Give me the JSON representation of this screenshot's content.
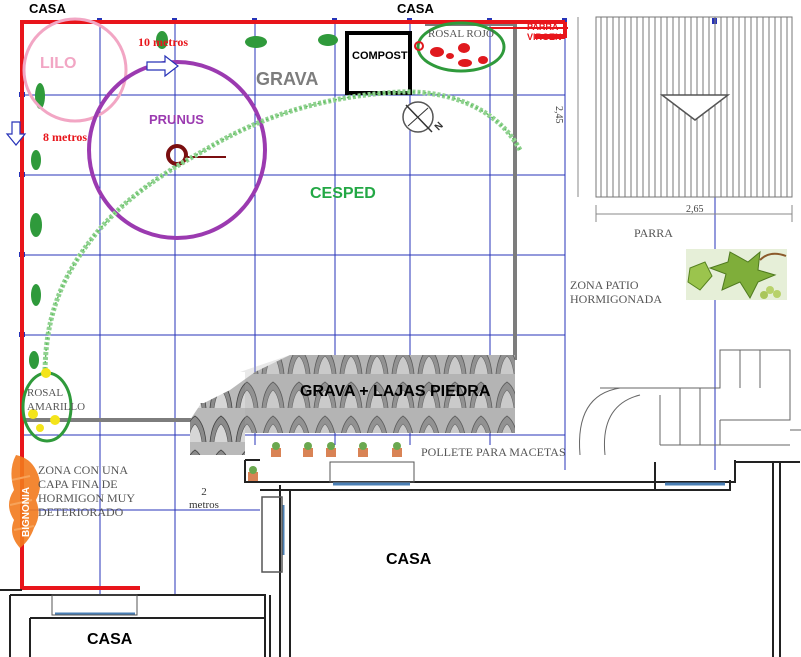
{
  "labels": {
    "casa_top_left": "CASA",
    "casa_top_mid": "CASA",
    "dim_10m": "10 metros",
    "dim_8m": "8 metros",
    "dim_2m": "2\nmetros",
    "lilo": "LILO",
    "prunus": "PRUNUS",
    "grava": "GRAVA",
    "compost": "COMPOST",
    "rosal_rojo": "ROSAL ROJO",
    "parra_virgen": "PARRA\nVIRGEN",
    "cesped": "CESPED",
    "dim_245": "2,45",
    "dim_265": "2,65",
    "parra": "PARRA",
    "zona_patio": "ZONA PATIO\nHORMIGONADA",
    "grava_lajas": "GRAVA + LAJAS PIEDRA",
    "rosal_amarillo": "ROSAL\nAMARILLO",
    "pollete": "POLLETE PARA MACETAS",
    "zona_capa": "ZONA CON UNA\nCAPA FINA DE\nHORMIGON MUY\nDETERIORADO",
    "bignonia": "BIGNONIA",
    "casa_center": "CASA",
    "casa_bottom_left": "CASA",
    "north": "N"
  },
  "colors": {
    "boundary_red": "#e8151b",
    "grid_blue": "#2733b8",
    "wall_gray": "#7d7d7d",
    "purple": "#9b3ab0",
    "green_label": "#23a845",
    "lilo_pink": "#f2a6c4",
    "bignonia_orange": "#f27a1d",
    "rose_red": "#e0191e",
    "yellow_flower": "#f4e41a"
  },
  "icons": [
    "north-arrow-icon",
    "hatched-pergola-icon",
    "grape-vine-photo-icon",
    "flower-pot-icon",
    "shrub-icon"
  ]
}
